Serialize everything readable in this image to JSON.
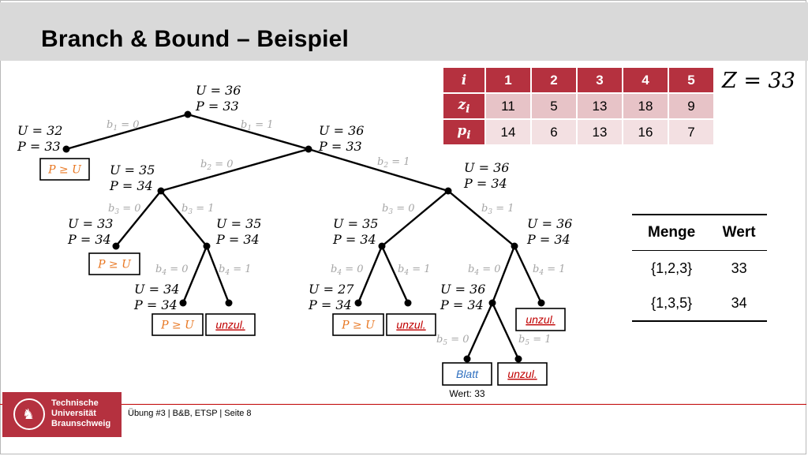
{
  "slide": {
    "title": "Branch & Bound – Beispiel",
    "footer": "Übung #3 | B&B, ETSP | Seite 8",
    "logo_lines": [
      "Technische",
      "Universität",
      "Braunschweig"
    ],
    "z_label": "Z = 33"
  },
  "item_table": {
    "header": [
      "i",
      "1",
      "2",
      "3",
      "4",
      "5"
    ],
    "rows": [
      {
        "label": "z",
        "sub": "i",
        "values": [
          "11",
          "5",
          "13",
          "18",
          "9"
        ]
      },
      {
        "label": "p",
        "sub": "i",
        "values": [
          "14",
          "6",
          "13",
          "16",
          "7"
        ]
      }
    ]
  },
  "result_table": {
    "headers": [
      "Menge",
      "Wert"
    ],
    "rows": [
      [
        "{1,2,3}",
        "33"
      ],
      [
        "{1,3,5}",
        "34"
      ]
    ]
  },
  "tree": {
    "node_labels": [
      {
        "u": "U = 36",
        "p": "P = 33"
      },
      {
        "u": "U = 32",
        "p": "P = 33"
      },
      {
        "u": "U = 36",
        "p": "P = 33"
      },
      {
        "u": "U = 35",
        "p": "P = 34"
      },
      {
        "u": "U = 36",
        "p": "P = 34"
      },
      {
        "u": "U = 33",
        "p": "P = 34"
      },
      {
        "u": "U = 35",
        "p": "P = 34"
      },
      {
        "u": "U = 35",
        "p": "P = 34"
      },
      {
        "u": "U = 36",
        "p": "P = 34"
      },
      {
        "u": "U = 34",
        "p": "P = 34"
      },
      {
        "u": "U = 27",
        "p": "P = 34"
      },
      {
        "u": "U = 36",
        "p": "P = 34"
      }
    ],
    "branch_labels": [
      {
        "var": "b",
        "sub": "1",
        "val": " = 0"
      },
      {
        "var": "b",
        "sub": "1",
        "val": " = 1"
      },
      {
        "var": "b",
        "sub": "2",
        "val": " = 0"
      },
      {
        "var": "b",
        "sub": "2",
        "val": " = 1"
      },
      {
        "var": "b",
        "sub": "3",
        "val": " = 0"
      },
      {
        "var": "b",
        "sub": "3",
        "val": " = 1"
      },
      {
        "var": "b",
        "sub": "3",
        "val": " = 0"
      },
      {
        "var": "b",
        "sub": "3",
        "val": " = 1"
      },
      {
        "var": "b",
        "sub": "4",
        "val": " = 0"
      },
      {
        "var": "b",
        "sub": "4",
        "val": " = 1"
      },
      {
        "var": "b",
        "sub": "4",
        "val": " = 0"
      },
      {
        "var": "b",
        "sub": "4",
        "val": " = 1"
      },
      {
        "var": "b",
        "sub": "4",
        "val": " = 0"
      },
      {
        "var": "b",
        "sub": "4",
        "val": " = 1"
      },
      {
        "var": "b",
        "sub": "5",
        "val": " = 0"
      },
      {
        "var": "b",
        "sub": "5",
        "val": " = 1"
      }
    ],
    "leaf_labels": [
      {
        "text": "P ≥ U",
        "kind": "pu"
      },
      {
        "text": "P ≥ U",
        "kind": "pu"
      },
      {
        "text": "P ≥ U",
        "kind": "pu"
      },
      {
        "text": "unzul.",
        "kind": "unz"
      },
      {
        "text": "P ≥ U",
        "kind": "pu"
      },
      {
        "text": "unzul.",
        "kind": "unz"
      },
      {
        "text": "unzul.",
        "kind": "unz"
      },
      {
        "text": "Blatt",
        "kind": "blatt"
      },
      {
        "text": "unzul.",
        "kind": "unz"
      }
    ],
    "leaf_note": "Wert: 33"
  },
  "colors": {
    "accent_red": "#b5313f",
    "bound_orange": "#e87722",
    "infeasible_red": "#c00000",
    "leaf_blue": "#2e6fbf",
    "branch_gray": "#a6a6a6"
  }
}
